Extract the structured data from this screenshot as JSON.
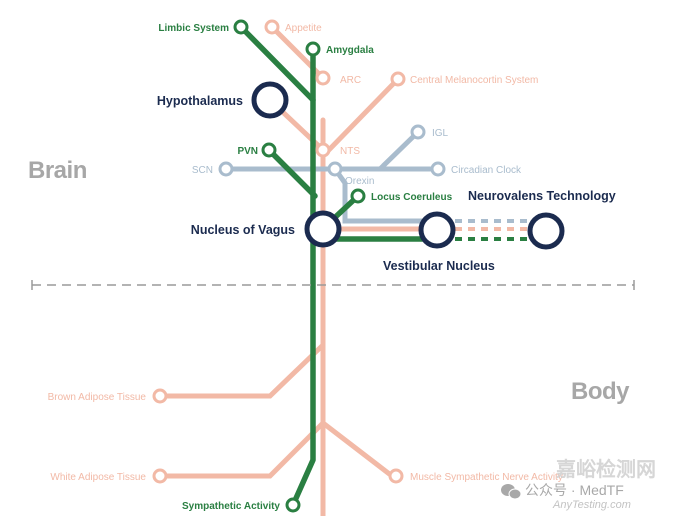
{
  "colors": {
    "pink": "#f2b9a6",
    "blue": "#a9bccd",
    "green": "#2a7f42",
    "navy": "#1b2b4f",
    "region": "#a7a7a7",
    "divider": "#9a9a9a"
  },
  "regions": {
    "top": "Brain",
    "bottom": "Body"
  },
  "stations": {
    "limbic_system": "Limbic System",
    "appetite": "Appetite",
    "amygdala": "Amygdala",
    "arc": "ARC",
    "central_melanocortin": "Central Melanocortin System",
    "hypothalamus": "Hypothalamus",
    "igl": "IGL",
    "pvn": "PVN",
    "nts": "NTS",
    "scn": "SCN",
    "circadian_clock": "Circadian Clock",
    "orexin": "Orexin",
    "locus_coeruleus": "Locus Coeruleus",
    "neurovalens": "Neurovalens Technology",
    "nucleus_of_vagus": "Nucleus of Vagus",
    "vestibular_nucleus": "Vestibular Nucleus",
    "brown_adipose": "Brown Adipose Tissue",
    "white_adipose": "White Adipose Tissue",
    "muscle_sympathetic": "Muscle Sympathetic Nerve Activity",
    "sympathetic_activity": "Sympathetic Activity"
  },
  "watermark": {
    "cn_title": "嘉峪检测网",
    "wechat_icon": "wechat-icon",
    "account": "公众号 · MedTF",
    "site": "AnyTesting.com"
  }
}
